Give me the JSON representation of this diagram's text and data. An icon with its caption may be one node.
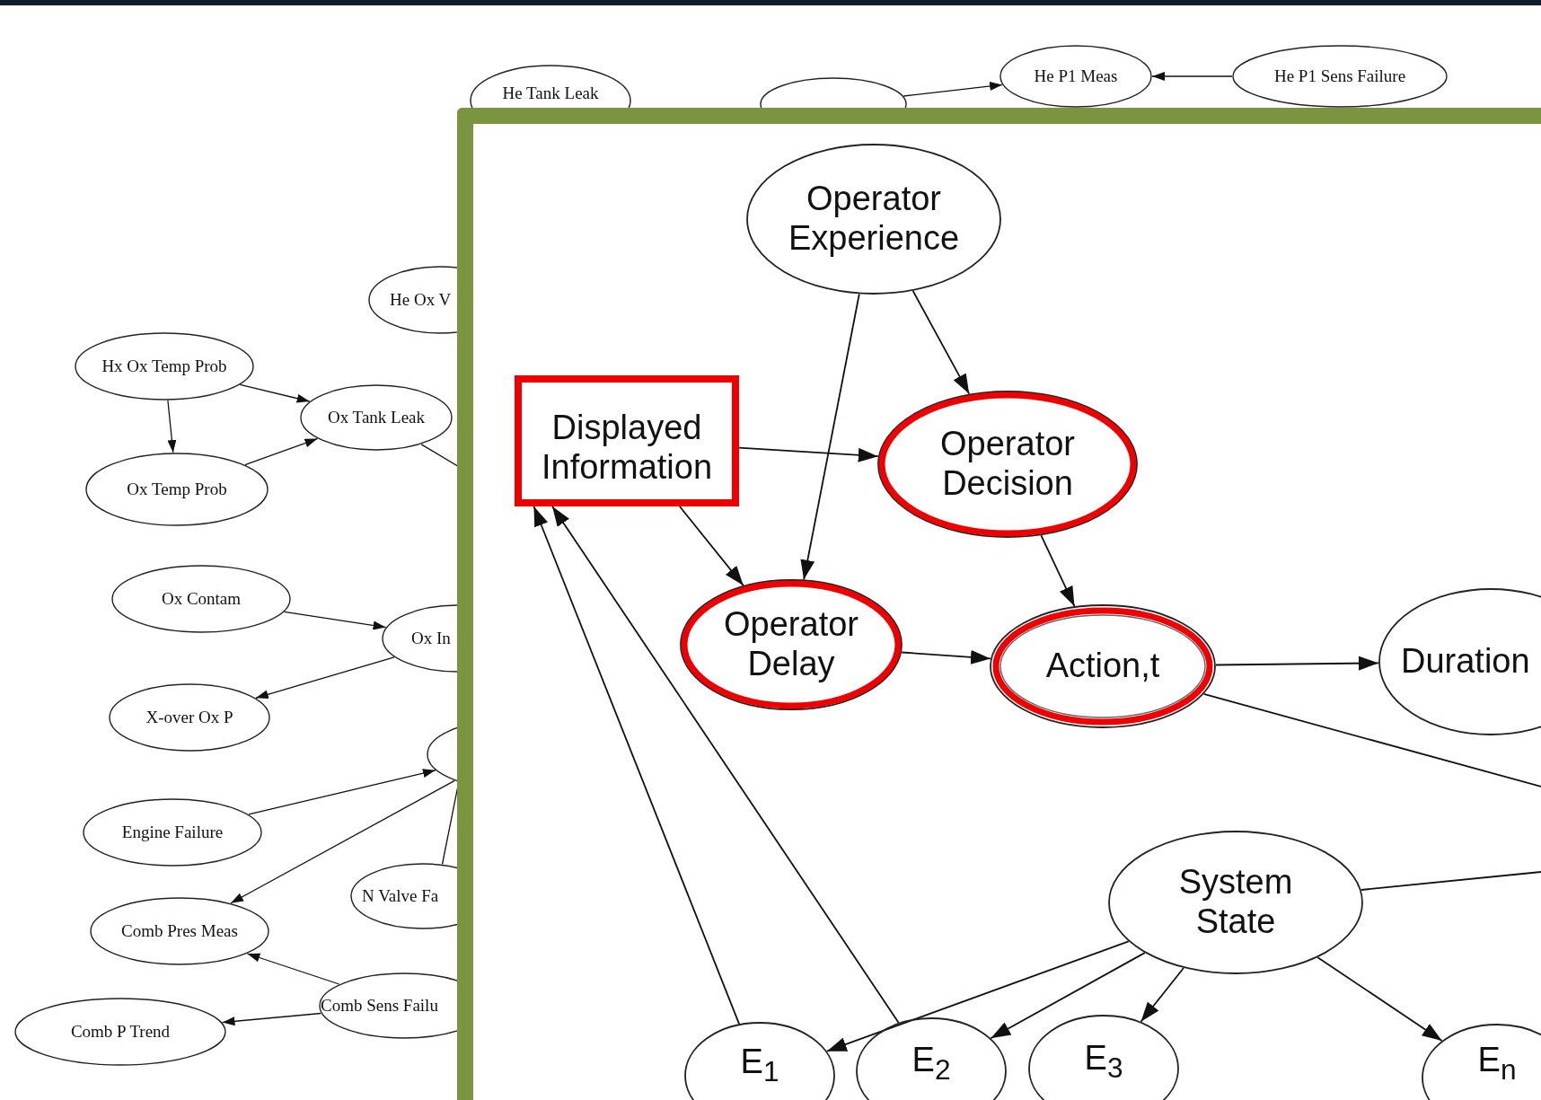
{
  "diagram": {
    "nodes": [
      {
        "text": [
          "He Tank Leak"
        ]
      },
      {
        "text": [],
        "shape": "ellipse"
      },
      {
        "text": [
          "He P1 Meas"
        ]
      },
      {
        "text": [
          "He P1 Sens Failure"
        ]
      },
      {
        "text": [
          "He Ox V"
        ]
      },
      {
        "text": [
          "Hx Ox Temp Prob"
        ]
      },
      {
        "text": [
          "Ox Tank Leak"
        ]
      },
      {
        "text": [
          "Ox Temp Prob"
        ]
      },
      {
        "text": [
          "Ox Contam"
        ]
      },
      {
        "text": [
          "Ox In"
        ]
      },
      {
        "text": [
          "X-over Ox P"
        ]
      },
      {
        "text": [],
        "shape": "ellipse"
      },
      {
        "text": [
          "Engine Failure"
        ]
      },
      {
        "text": [
          "N Valve Fa"
        ]
      },
      {
        "text": [
          "Comb Pres Meas"
        ]
      },
      {
        "text": [
          "Comb Sens Failu"
        ]
      },
      {
        "text": [
          "Comb P Trend"
        ]
      },
      {
        "text": [],
        "shape": "box"
      },
      {
        "text": [
          "Operator Experience"
        ],
        "in": 17
      },
      {
        "text": [
          "Displayed Information"
        ],
        "in": 17
      },
      {
        "text": [
          "Operator Decision"
        ],
        "in": 17
      },
      {
        "text": [
          "Operator Delay"
        ],
        "in": 17
      },
      {
        "text": [
          "Action,t"
        ],
        "in": 17
      },
      {
        "text": [
          "Duration"
        ],
        "in": 17
      },
      {
        "text": [
          "System State"
        ],
        "in": 17
      },
      {
        "text": [
          "E$_{1}$"
        ],
        "in": 17
      },
      {
        "text": [
          "E$_{2}$"
        ],
        "in": 17
      },
      {
        "text": [
          "E$_{3}$"
        ],
        "in": 17
      },
      {
        "text": [
          "E$_{n}$"
        ],
        "in": 17
      }
    ],
    "edges": [
      {
        "from": 1,
        "to": 2,
        "arrow": "to"
      },
      {
        "from": 3,
        "to": 2,
        "arrow": "to"
      },
      {
        "from": 5,
        "to": 6,
        "arrow": "to"
      },
      {
        "from": 5,
        "to": 7,
        "arrow": "to"
      },
      {
        "from": 7,
        "to": 6,
        "arrow": "to"
      },
      {
        "from": 6,
        "to": null,
        "arrow": "none"
      },
      {
        "from": 8,
        "to": 9,
        "arrow": "to"
      },
      {
        "from": 9,
        "to": 10,
        "arrow": "to"
      },
      {
        "from": 12,
        "to": 11,
        "arrow": "to"
      },
      {
        "from": 11,
        "to": 14,
        "arrow": "to"
      },
      {
        "from": 13,
        "to": 11,
        "arrow": "none"
      },
      {
        "from": 15,
        "to": 14,
        "arrow": "to"
      },
      {
        "from": 15,
        "to": 16,
        "arrow": "to"
      },
      {
        "from": 18,
        "to": 20,
        "arrow": "to"
      },
      {
        "from": 18,
        "to": 21,
        "arrow": "to"
      },
      {
        "from": 19,
        "to": 20,
        "arrow": "to"
      },
      {
        "from": 19,
        "to": 21,
        "arrow": "to"
      },
      {
        "from": 20,
        "to": 22,
        "arrow": "to"
      },
      {
        "from": 21,
        "to": 22,
        "arrow": "to"
      },
      {
        "from": 22,
        "to": 23,
        "arrow": "to"
      },
      {
        "from": 22,
        "to": null,
        "arrow": "none"
      },
      {
        "from": 24,
        "to": null,
        "arrow": "none"
      },
      {
        "from": 25,
        "to": 19,
        "arrow": "to"
      },
      {
        "from": 26,
        "to": 19,
        "arrow": "to"
      },
      {
        "from": 24,
        "to": 25,
        "arrow": "to"
      },
      {
        "from": 24,
        "to": 26,
        "arrow": "to"
      },
      {
        "from": 24,
        "to": 27,
        "arrow": "to"
      },
      {
        "from": 24,
        "to": 28,
        "arrow": "to"
      }
    ]
  }
}
